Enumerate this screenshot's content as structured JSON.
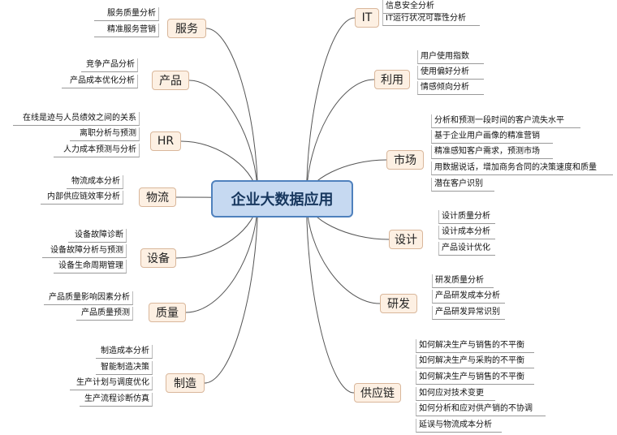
{
  "center": {
    "label": "企业大数据应用"
  },
  "branches": [
    {
      "id": "it",
      "label": "IT",
      "items": [
        "信息安全分析",
        "IT运行状况可靠性分析"
      ]
    },
    {
      "id": "use",
      "label": "利用",
      "items": [
        "用户使用指数",
        "使用偏好分析",
        "情感倾向分析"
      ]
    },
    {
      "id": "market",
      "label": "市场",
      "items": [
        "分析和预测一段时间的客户流失水平",
        "基于企业用户画像的精准营销",
        "精准感知客户需求，预测市场",
        "用数据说话，增加商务合同的决策速度和质量",
        "潜在客户识别"
      ]
    },
    {
      "id": "design",
      "label": "设计",
      "items": [
        "设计质量分析",
        "设计成本分析",
        "产品设计优化"
      ]
    },
    {
      "id": "rnd",
      "label": "研发",
      "items": [
        "研发质量分析",
        "产品研发成本分析",
        "产品研发异常识别"
      ]
    },
    {
      "id": "supply",
      "label": "供应链",
      "items": [
        "如何解决生产与销售的不平衡",
        "如何解决生产与采购的不平衡",
        "如何解决生产与销售的不平衡",
        "如何应对技术变更",
        "如何分析和应对供产销的不协调",
        "延误与物流成本分析"
      ]
    },
    {
      "id": "service",
      "label": "服务",
      "items": [
        "服务质量分析",
        "精准服务营销"
      ]
    },
    {
      "id": "product",
      "label": "产品",
      "items": [
        "竞争产品分析",
        "产品成本优化分析"
      ]
    },
    {
      "id": "hr",
      "label": "HR",
      "items": [
        "在线是迹与人员绩效之间的关系",
        "离职分析与预测",
        "人力成本预测与分析"
      ]
    },
    {
      "id": "logistics",
      "label": "物流",
      "items": [
        "物流成本分析",
        "内部供应链效率分析"
      ]
    },
    {
      "id": "equipment",
      "label": "设备",
      "items": [
        "设备故障诊断",
        "设备故障分析与预测",
        "设备生命周期管理"
      ]
    },
    {
      "id": "quality",
      "label": "质量",
      "items": [
        "产品质量影响因素分析",
        "产品质量预测"
      ]
    },
    {
      "id": "manufacturing",
      "label": "制造",
      "items": [
        "制造成本分析",
        "智能制造决策",
        "生产计划与调度优化",
        "生产流程诊断仿真"
      ]
    }
  ]
}
